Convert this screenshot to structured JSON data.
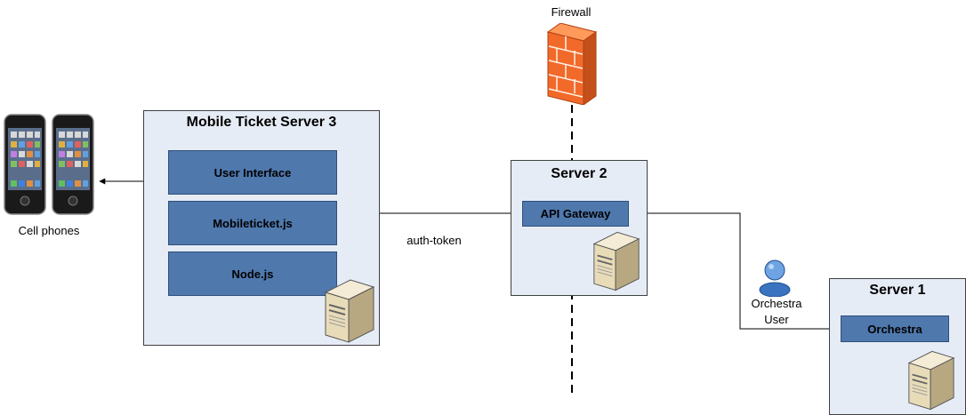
{
  "firewall": {
    "label": "Firewall",
    "icon": "firewall-icon"
  },
  "cell_phones": {
    "label": "Cell phones",
    "icon": "smartphone-icon"
  },
  "server3": {
    "title": "Mobile Ticket Server 3",
    "modules": [
      "User Interface",
      "Mobileticket.js",
      "Node.js"
    ]
  },
  "server2": {
    "title": "Server 2",
    "modules": [
      "API Gateway"
    ]
  },
  "server1": {
    "title": "Server 1",
    "modules": [
      "Orchestra"
    ]
  },
  "connections": {
    "auth_token": "auth-token"
  },
  "orchestra_user": {
    "line1": "Orchestra",
    "line2": "User",
    "icon": "user-icon"
  },
  "colors": {
    "box_fill": "#e6ecf6",
    "module_fill": "#4f78ad",
    "firewall": "#f26a2a"
  }
}
